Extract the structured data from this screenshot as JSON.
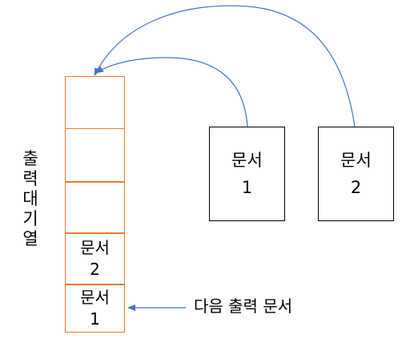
{
  "queue_label_chars": [
    "출",
    "력",
    "대",
    "기",
    "열"
  ],
  "queue_slots": [
    {
      "line1": "",
      "line2": ""
    },
    {
      "line1": "",
      "line2": ""
    },
    {
      "line1": "",
      "line2": ""
    },
    {
      "line1": "문서",
      "line2": "2"
    },
    {
      "line1": "문서",
      "line2": "1"
    }
  ],
  "documents": [
    {
      "line1": "문서",
      "line2": "1"
    },
    {
      "line1": "문서",
      "line2": "2"
    }
  ],
  "next_label": "다음 출력 문서",
  "colors": {
    "queue_border": "#ED7D31",
    "arrow": "#4472C4",
    "box_border": "#000000"
  }
}
